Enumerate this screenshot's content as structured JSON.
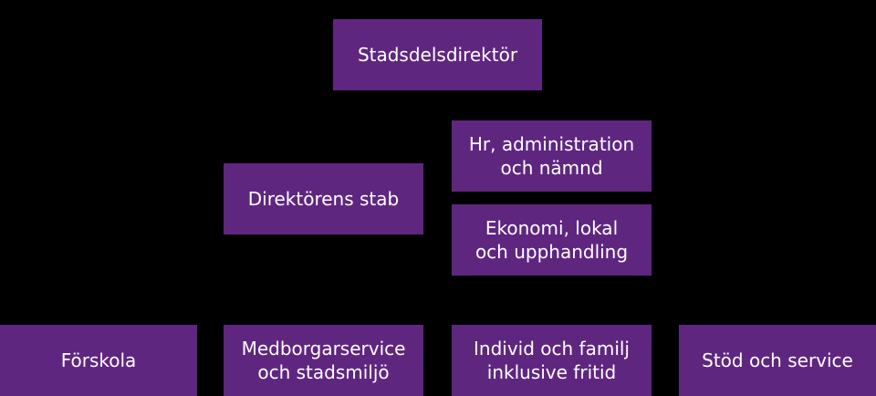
{
  "org_chart": {
    "director": "Stadsdelsdirektör",
    "staff": {
      "label": "Direktörens stab",
      "units": [
        "Hr, administration\noch nämnd",
        "Ekonomi, lokal\noch upphandling"
      ]
    },
    "departments": [
      "Förskola",
      "Medborgarservice\noch stadsmiljö",
      "Individ och familj\ninklusive fritid",
      "Stöd och service"
    ]
  },
  "colors": {
    "box_fill": "#5f2680",
    "box_text": "#ffffff",
    "background": "#000000",
    "connector": "#000000"
  }
}
